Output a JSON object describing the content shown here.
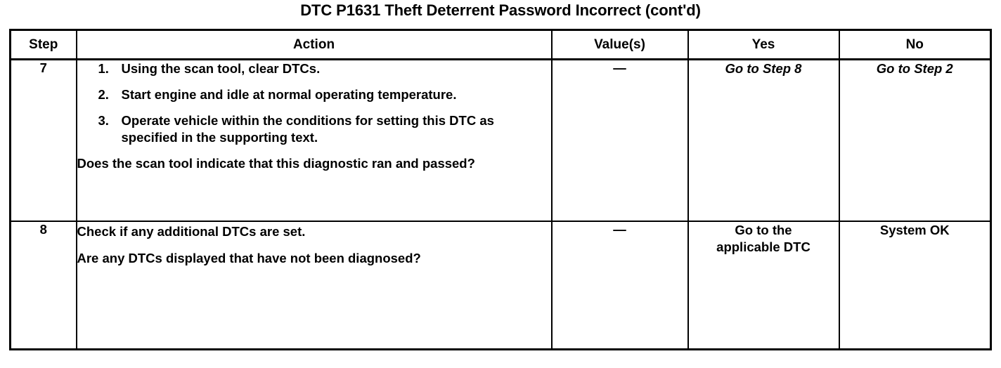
{
  "document": {
    "title": "DTC P1631 Theft Deterrent Password Incorrect (cont'd)"
  },
  "table": {
    "headers": {
      "step": "Step",
      "action": "Action",
      "value": "Value(s)",
      "yes": "Yes",
      "no": "No"
    },
    "rows": [
      {
        "step": "7",
        "actions": [
          {
            "marker": "1.",
            "text": "Using the scan tool, clear DTCs."
          },
          {
            "marker": "2.",
            "text": "Start engine and idle at normal operating temperature."
          },
          {
            "marker": "3.",
            "text": "Operate vehicle within the conditions for setting this DTC as specified in the supporting text."
          }
        ],
        "question": "Does the scan tool indicate that this diagnostic ran and passed?",
        "value": "—",
        "yes": "Go to Step 8",
        "no": "Go to Step 2",
        "result_style": "italic"
      },
      {
        "step": "8",
        "statement": "Check if any additional DTCs are set.",
        "question": "Are any DTCs displayed that have not been diagnosed?",
        "value": "—",
        "yes": "Go to the\napplicable DTC",
        "no": "System OK",
        "result_style": "normal"
      }
    ]
  },
  "colors": {
    "ink": "#000000",
    "paper": "#ffffff"
  }
}
